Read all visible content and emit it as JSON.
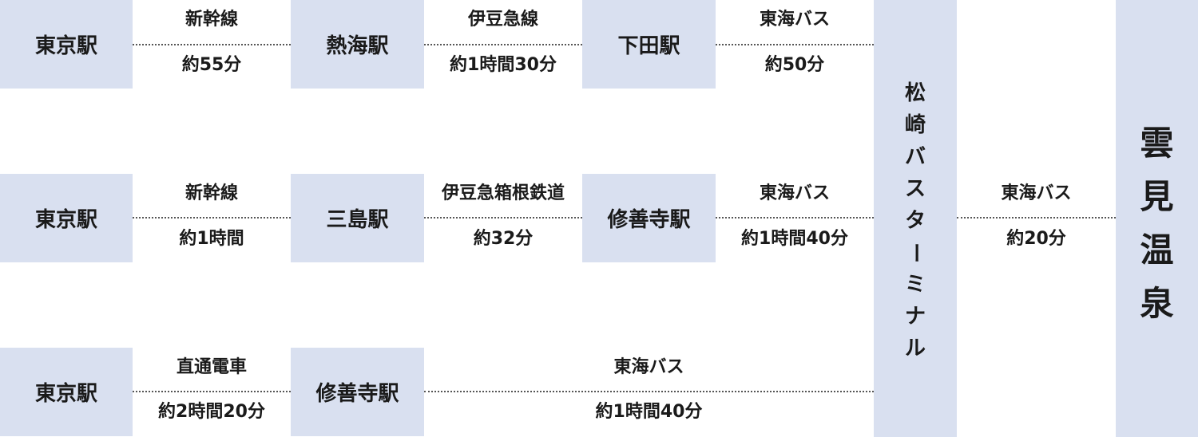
{
  "routes": [
    {
      "stations": [
        "東京駅",
        "熱海駅",
        "下田駅"
      ],
      "segments": [
        {
          "mode": "新幹線",
          "time": "約55分"
        },
        {
          "mode": "伊豆急線",
          "time": "約1時間30分"
        },
        {
          "mode": "東海バス",
          "time": "約50分"
        }
      ]
    },
    {
      "stations": [
        "東京駅",
        "三島駅",
        "修善寺駅"
      ],
      "segments": [
        {
          "mode": "新幹線",
          "time": "約1時間"
        },
        {
          "mode": "伊豆急箱根鉄道",
          "time": "約32分"
        },
        {
          "mode": "東海バス",
          "time": "約1時間40分"
        }
      ]
    },
    {
      "stations": [
        "東京駅",
        "修善寺駅"
      ],
      "segments": [
        {
          "mode": "直通電車",
          "time": "約2時間20分"
        },
        {
          "mode": "東海バス",
          "time": "約1時間40分"
        }
      ]
    }
  ],
  "terminal": {
    "chars": [
      "松",
      "崎",
      "バ",
      "ス",
      "タ",
      "ー",
      "ミ",
      "ナ",
      "ル"
    ]
  },
  "final_segment": {
    "mode": "東海バス",
    "time": "約20分"
  },
  "destination": {
    "chars": [
      "雲",
      "見",
      "温",
      "泉"
    ]
  },
  "colors": {
    "box_fill": "#d9e0f0",
    "line": "#555555",
    "text": "#1a1a1a"
  }
}
